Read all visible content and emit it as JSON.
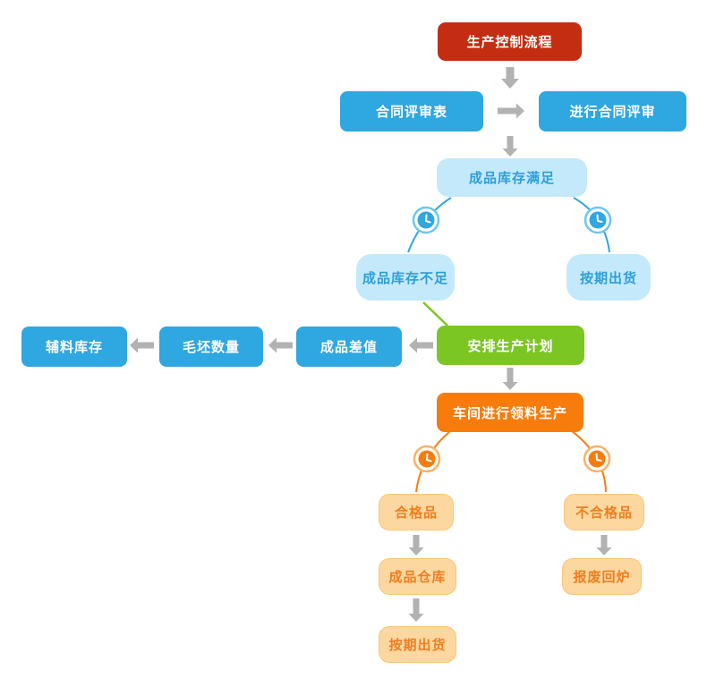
{
  "flowchart": {
    "nodes": {
      "start": {
        "label": "生产控制流程",
        "color": "#c52d12"
      },
      "contract_review_form": {
        "label": "合同评审表",
        "color": "#2fa7e0"
      },
      "conduct_contract_review": {
        "label": "进行合同评审",
        "color": "#2fa7e0"
      },
      "finished_stock_sufficient": {
        "label": "成品库存满足",
        "color": "#c4e9fa"
      },
      "finished_stock_insufficient": {
        "label": "成品库存不足",
        "color": "#c4e9fa"
      },
      "ship_on_schedule_top": {
        "label": "按期出货",
        "color": "#c4e9fa"
      },
      "auxiliary_stock": {
        "label": "辅料库存",
        "color": "#2fa7e0"
      },
      "blank_quantity": {
        "label": "毛坯数量",
        "color": "#2fa7e0"
      },
      "finished_goods_difference": {
        "label": "成品差值",
        "color": "#2fa7e0"
      },
      "arrange_production_plan": {
        "label": "安排生产计划",
        "color": "#7cc623"
      },
      "workshop_material_production": {
        "label": "车间进行领料生产",
        "color": "#f87c0c"
      },
      "qualified_products": {
        "label": "合格品",
        "color": "#fcd8a0"
      },
      "unqualified_products": {
        "label": "不合格品",
        "color": "#fcd8a0"
      },
      "finished_goods_warehouse": {
        "label": "成品仓库",
        "color": "#fcd8a0"
      },
      "scrap_remelt": {
        "label": "报废回炉",
        "color": "#fcd8a0"
      },
      "ship_on_schedule_bottom": {
        "label": "按期出货",
        "color": "#fcd8a0"
      }
    },
    "icons": {
      "branch_marker": "clock-icon"
    },
    "colors": {
      "node_red": "#c52d12",
      "node_blue": "#2fa7e0",
      "node_green": "#7cc623",
      "node_orange": "#f87c0c",
      "light_blue_bg": "#c4e9fa",
      "light_blue_text": "#2e9fd9",
      "light_orange_bg": "#fcd8a0",
      "light_orange_text": "#ee7e20",
      "arrow_gray": "#b2b2b2",
      "white_text": "#ffffff"
    }
  }
}
